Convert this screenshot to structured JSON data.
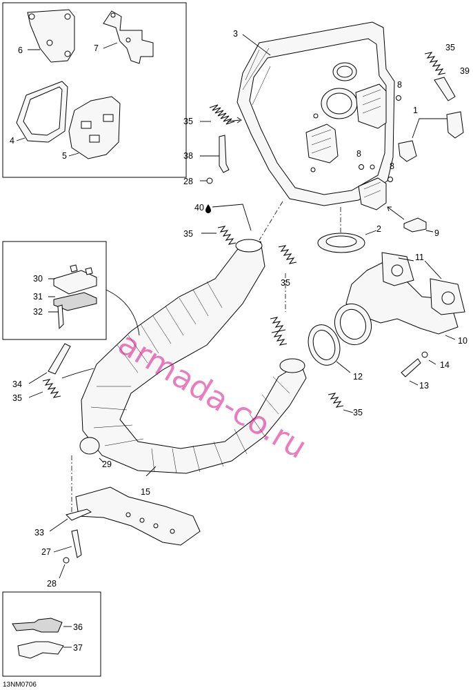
{
  "drawing_code": "13NM0706",
  "watermark": "armada-co.ru",
  "colors": {
    "line": "#000000",
    "watermark": "#d6148c",
    "background": "#ffffff"
  },
  "callouts": {
    "c1": "1",
    "c2": "2",
    "c3": "3",
    "c4": "4",
    "c5": "5",
    "c6": "6",
    "c7": "7",
    "c8a": "8",
    "c8b": "8",
    "c8c": "8",
    "c9": "9",
    "c10": "10",
    "c11": "11",
    "c12": "12",
    "c13": "13",
    "c14": "14",
    "c15": "15",
    "c27": "27",
    "c28a": "28",
    "c28b": "28",
    "c29": "29",
    "c30": "30",
    "c31": "31",
    "c32": "32",
    "c33": "33",
    "c34": "34",
    "c35a": "35",
    "c35b": "35",
    "c35c": "35",
    "c35d": "35",
    "c35e": "35",
    "c35f": "35",
    "c36": "36",
    "c37": "37",
    "c38": "38",
    "c39": "39",
    "c40": "40"
  },
  "icons": {
    "lubricant": "oil-drop-icon"
  }
}
